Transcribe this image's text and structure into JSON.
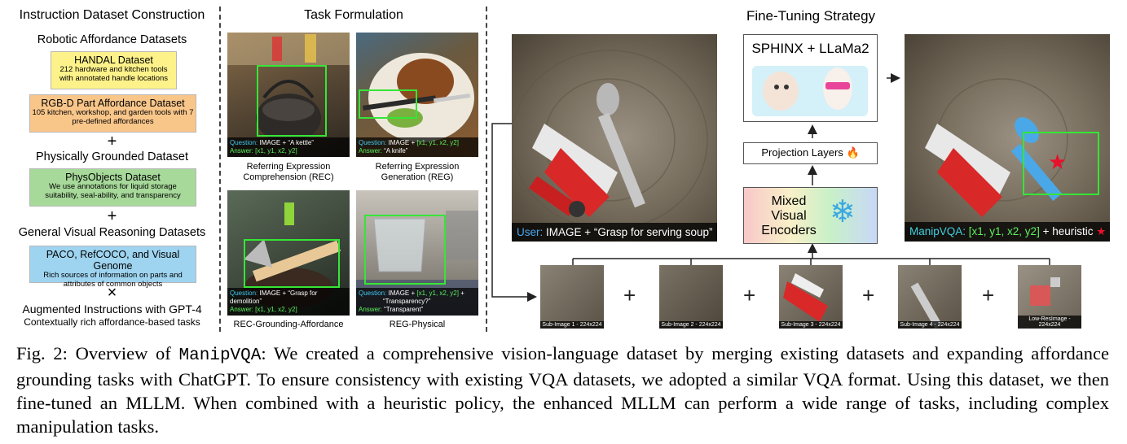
{
  "col1": {
    "title": "Instruction Dataset Construction",
    "section1": "Robotic Affordance Datasets",
    "handal": {
      "name": "HANDAL Dataset",
      "desc": "212 hardware and kitchen tools with annotated handle locations"
    },
    "rgbd": {
      "name": "RGB-D Part Affordance Dataset",
      "desc": "105 kitchen, workshop, and garden tools with 7 pre-defined affordances"
    },
    "plus": "+",
    "section2": "Physically Grounded Dataset",
    "physobjects": {
      "name": "PhysObjects Dataset",
      "desc": "We use annotations for liquid storage suitability, seal-ability, and transparency"
    },
    "section3": "General Visual Reasoning Datasets",
    "paco": {
      "name": "PACO, RefCOCO, and Visual Genome",
      "desc": "Rich sources of information on parts and attributes of common objects"
    },
    "times": "×",
    "aug_title": "Augmented Instructions with GPT-4",
    "aug_sub": "Contextually rich affordance-based tasks"
  },
  "col2": {
    "title": "Task Formulation",
    "p1": {
      "q_label": "Question:",
      "q_text": " IMAGE + “A kettle”",
      "a_label": "Answer:",
      "a_text": " [x1, y1, x2, y2]",
      "caption": "Referring Expression Comprehension (REC)"
    },
    "p2": {
      "q_label": "Question:",
      "q_text": " IMAGE + ",
      "q_coords": "[x1, y1, x2, y2]",
      "a_label": "Answer:",
      "a_text": " “A knife”",
      "caption": "Referring Expression Generation (REG)"
    },
    "p3": {
      "q_label": "Question:",
      "q_text": " IMAGE + “Grasp for demolition”",
      "a_label": "Answer:",
      "a_text": " [x1, y1, x2, y2]",
      "caption": "REC-Grounding-Affordance"
    },
    "p4": {
      "q_label": "Question:",
      "q_text": " IMAGE + ",
      "q_coords": "[x1, y1, x2, y2]",
      "q_tail": " +",
      "q_line2": "“Transparency?”",
      "a_label": "Answer:",
      "a_text": " “Transparent”",
      "caption": "REG-Physical"
    }
  },
  "col3": {
    "title": "Fine-Tuning Strategy",
    "user_label": "User:",
    "user_text": " IMAGE + “Grasp for serving soup”",
    "model_name": "SPHINX + LLaMa2",
    "projection": "Projection Layers",
    "encoders": "Mixed Visual Encoders",
    "result_label": "ManipVQA:",
    "result_coords": " [x1, y1, x2, y2]",
    "result_tail": " + heuristic",
    "subimages": [
      "Sub-Image 1 - 224x224",
      "Sub-Image 2 - 224x224",
      "Sub-Image 3 - 224x224",
      "Sub-Image 4 - 224x224",
      "Low-ResImage - 224x224"
    ],
    "plus": "+"
  },
  "caption": {
    "label": "Fig. 2: Overview of ",
    "name": "ManipVQA",
    "text": ": We created a comprehensive vision-language dataset by merging existing datasets and expanding affordance grounding tasks with ChatGPT. To ensure consistency with existing VQA datasets, we adopted a similar VQA format. Using this dataset, we then fine-tuned an MLLM. When combined with a heuristic policy, the enhanced MLLM can perform a wide range of tasks, including complex manipulation tasks."
  },
  "colors": {
    "cyan": "#41c6ec",
    "green": "#5cf05c",
    "box_green": "#35e635",
    "star": "#e8102a"
  }
}
